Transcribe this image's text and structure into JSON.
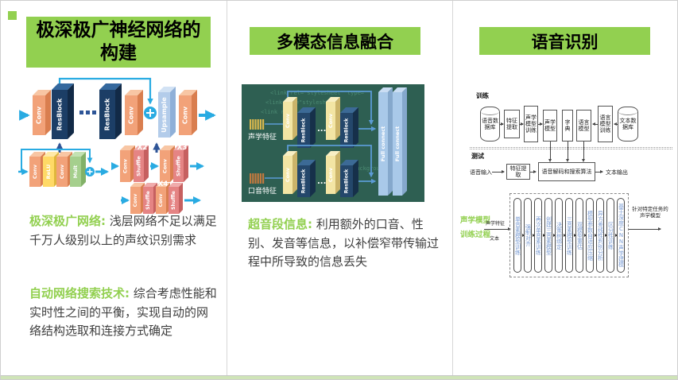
{
  "slide": {
    "accent": "#92d050",
    "footer_color": "#cfe4b8"
  },
  "col1": {
    "title": "极深极广神经网络的构建",
    "para1_keyword": "极深极广网络:",
    "para1_text": "浅层网络不足以满足千万人级别以上的声纹识别需求",
    "para2_keyword": "自动网络搜索技术:",
    "para2_text": "综合考虑性能和实时性之间的平衡，实现自动的网络结构选取和连接方式确定",
    "diagram": {
      "top_blocks": [
        "Conv",
        "ResBlock",
        "ResBlock",
        "Conv",
        "Upsample",
        "Conv"
      ],
      "inner_blocks": [
        "Conv",
        "ReLU",
        "Conv",
        "Mult"
      ],
      "shuffle_pair": [
        "Conv",
        "Shuffle"
      ],
      "x4_blocks": [
        "Conv",
        "Shuffle",
        "Conv",
        "Shuffle"
      ],
      "multipliers": [
        "X2",
        "X3",
        "X4"
      ]
    }
  },
  "col2": {
    "title": "多模态信息融合",
    "para_keyword": "超音段信息:",
    "para_text": "利用额外的口音、性别、发音等信息，以补偿窄带传输过程中所导致的信息丢失",
    "diagram": {
      "input_top": "声学特征",
      "input_bottom": "口音特征",
      "conv": "Conv",
      "resblock": "ResBlock",
      "dots": "...",
      "full_connect": "Full connect",
      "bg_code": [
        "<link rel=\"stylesheet\" type=",
        "<link rel=\"stylesheet\"",
        "<link rel=",
        "background:url("
      ]
    }
  },
  "col3": {
    "title": "语音识别",
    "flow": {
      "train_label": "训练",
      "test_label": "测试",
      "train_nodes": [
        "语音数据库",
        "特征提取",
        "声学模型训练",
        "声学模型",
        "字典",
        "语言模型",
        "语言模型训练",
        "文本数据库"
      ],
      "test_input": "语音输入",
      "test_fe": "特征提取",
      "test_decode": "语音解码和搜索算法",
      "test_output": "文本输出",
      "pipeline_label_1": "声学模型",
      "pipeline_label_2": "训练过程",
      "pipeline_in_top": "声学特征",
      "pipeline_in_bottom": "文本",
      "pipeline_out": "针对特定任务的声学模型",
      "steps": [
        "单音素模型训练",
        "强制对齐",
        "再次单音素训练",
        "创建三音素模型",
        "决策树绑定",
        "三音素模型训练",
        "双模型重估",
        "模型参数自适应压缩",
        "异方差线性判别分析",
        "区分性训练",
        "基于深度CNN声学建模"
      ]
    }
  }
}
